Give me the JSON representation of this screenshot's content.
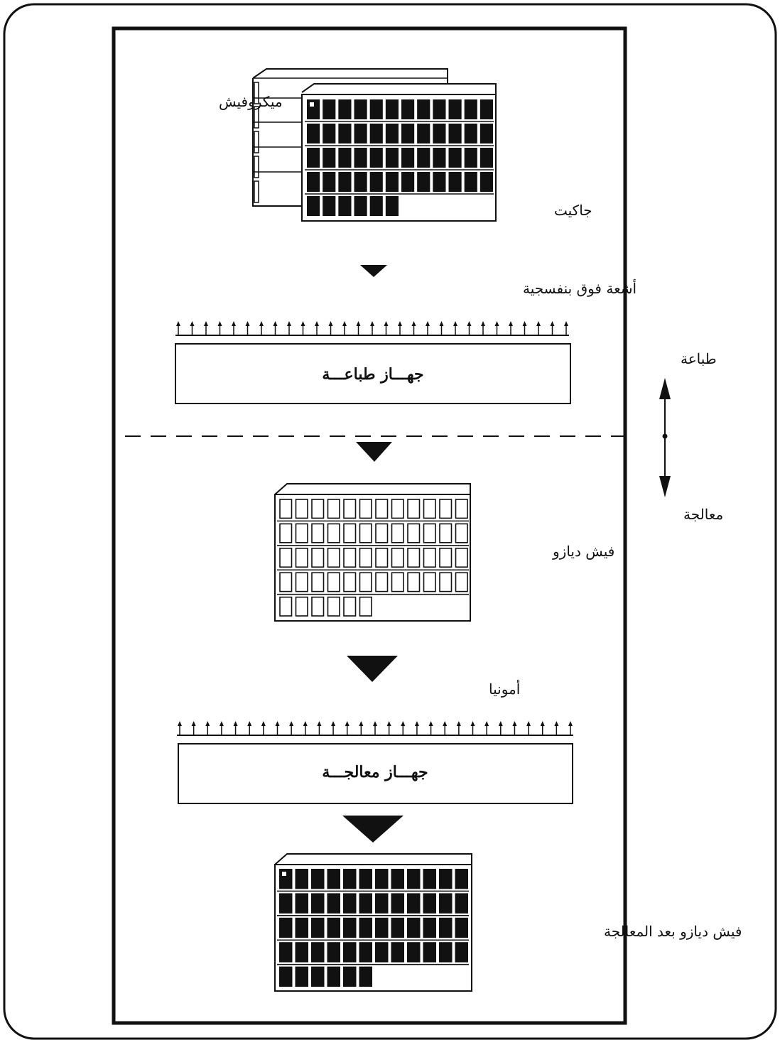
{
  "labels": {
    "microfiche": "ميكروفيش",
    "jacket": "جاكيت",
    "uv": "أشعة فوق بنفسجية",
    "printer": "جهـــاز طباعـــة",
    "printing": "طباعة",
    "processing": "معالجة",
    "diazo": "فيش ديازو",
    "ammonia": "أمونيا",
    "processor": "جهـــاز معالجـــة",
    "diazo_processed": "فيش ديازو بعد المعالجة"
  },
  "fiche_top": {
    "rows": 5,
    "cols": 12,
    "last_row_frames": 6,
    "style": "dark"
  },
  "fiche_middle": {
    "rows": 5,
    "cols": 12,
    "last_row_frames": 6,
    "style": "light"
  },
  "fiche_bottom": {
    "rows": 5,
    "cols": 12,
    "last_row_frames": 6,
    "style": "dark"
  },
  "uv_arrows_count": 29,
  "ammonia_arrows_count": 29,
  "colors": {
    "ink": "#111111",
    "background": "#ffffff"
  }
}
